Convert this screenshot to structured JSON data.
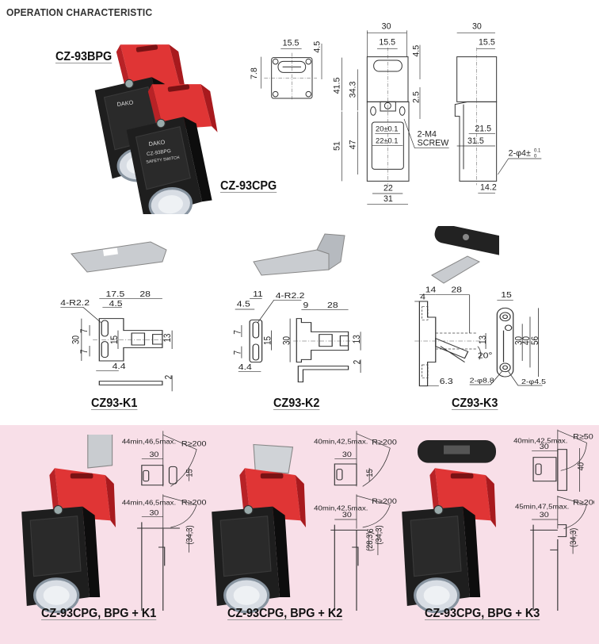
{
  "header": {
    "title": "OPERATION CHARACTERISTIC"
  },
  "products": {
    "bpg_label": "CZ-93BPG",
    "cpg_label": "CZ-93CPG",
    "brand": "DAKO",
    "switch_model_text": "CZ-93BPG",
    "switch_sub_text": "SAFETY SWITCH"
  },
  "switch_drawing": {
    "top_view": {
      "d_width": "15.5",
      "d_height": "4.5",
      "d_slot": "7.8"
    },
    "front_view": {
      "d_30": "30",
      "d_15_5": "15.5",
      "d_4_5": "4.5",
      "d_41_5": "41.5",
      "d_34_3": "34.3",
      "d_2_5": "2.5",
      "d_20": "20±0.1",
      "d_22t": "22±0.1",
      "screw_1": "2-M4",
      "screw_2": "SCREW",
      "d_51": "51",
      "d_47": "47",
      "d_22": "22",
      "d_31": "31"
    },
    "side_view": {
      "d_30": "30",
      "d_15_5": "15.5",
      "d_21_5": "21.5",
      "d_31_5": "31.5",
      "hole": "2-φ4±",
      "hole_tol_top": "0.1",
      "hole_tol_bot": "0",
      "d_14_2": "14.2"
    }
  },
  "keys": {
    "k1": {
      "caption": "CZ93-K1",
      "d_17_5": "17.5",
      "d_28": "28",
      "radius": "4-R2.2",
      "d_4_5": "4.5",
      "d_7a": "7",
      "d_30": "30",
      "d_15": "15",
      "d_7b": "7",
      "d_13": "13",
      "d_4_4": "4.4",
      "d_2": "2"
    },
    "k2": {
      "caption": "CZ93-K2",
      "d_11": "11",
      "radius": "4-R2.2",
      "d_4_5": "4.5",
      "d_9": "9",
      "d_28": "28",
      "d_7a": "7",
      "d_15": "15",
      "d_30": "30",
      "d_7b": "7",
      "d_13": "13",
      "d_4_4": "4.4",
      "d_2": "2"
    },
    "k3": {
      "caption": "CZ93-K3",
      "d_14": "14",
      "d_4": "4",
      "d_28": "28",
      "d_15": "15",
      "d_13": "13",
      "d_20deg": "20°",
      "d_30": "30",
      "d_40": "40",
      "d_56": "56",
      "d_6_3": "6.3",
      "hole_a": "2-φ8.8",
      "hole_b": "2-φ4.5"
    }
  },
  "combos": [
    {
      "caption": "CZ-93CPG, BPG + K1",
      "top_range": "44min,46,5max.",
      "top_r": "R≥200",
      "top_30": "30",
      "top_15": "15",
      "bot_range": "44min,46,5max.",
      "bot_r": "R≥200",
      "bot_30": "30",
      "bot_343": "(34,3)"
    },
    {
      "caption": "CZ-93CPG, BPG + K2",
      "top_range": "40min,42,5max.",
      "top_r": "R≥200",
      "top_30": "30",
      "top_15": "15",
      "bot_range": "40min,42,5max.",
      "bot_r": "R≥200",
      "bot_30": "30",
      "bot_6": "6",
      "bot_283": "(28,3)",
      "bot_343": "(34,3)"
    },
    {
      "caption": "CZ-93CPG, BPG + K3",
      "top_range": "40min,42,5max.",
      "top_r": "R≥50",
      "top_30": "30",
      "top_40": "40",
      "bot_range": "45min,47,5max.",
      "bot_r": "R≥200",
      "bot_30": "30",
      "bot_343": "(34,3)"
    }
  ],
  "colors": {
    "pink_bg": "#f8dfe8",
    "switch_red": "#d8252a",
    "switch_black": "#1e1e1e"
  }
}
